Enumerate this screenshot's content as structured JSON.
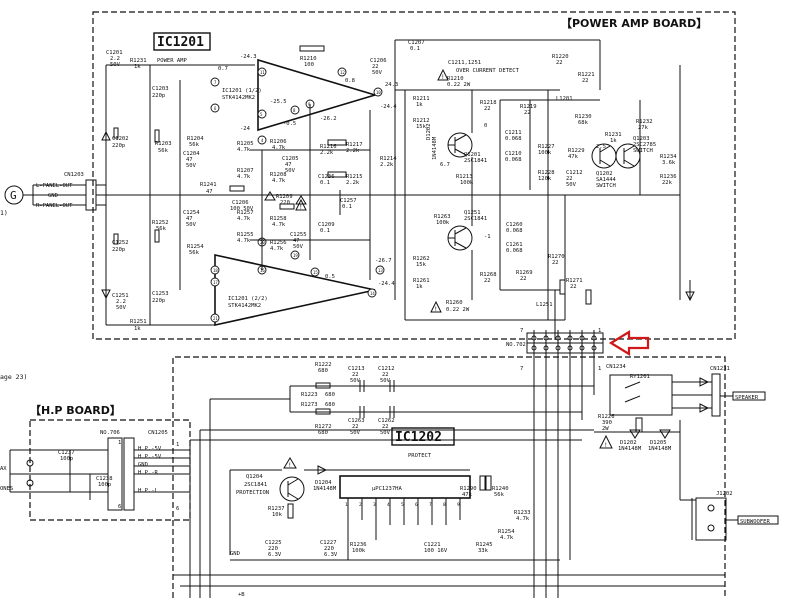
{
  "boards": {
    "power_amp": "【POWER AMP BOARD】",
    "hp": "【H.P BOARD】"
  },
  "ics": {
    "ic1201": "IC1201",
    "ic1202": "IC1202",
    "ic1202_sub": "PROTECT",
    "ic1201_top": "IC1201 (1/2)",
    "ic1201_top_part": "STK4142MK2",
    "ic1201_bot": "IC1201 (2/2)",
    "ic1201_bot_part": "STK4142MK2",
    "ic1202_part": "μPC1237HA"
  },
  "connectors": {
    "cn1203": "CN1203",
    "cn1203_pins": [
      "L-PANEL-OUT",
      "GND",
      "R-PANEL-OUT"
    ],
    "g_label": "G",
    "no702": "NO.702",
    "cn1234": "CN1234",
    "cn1231": "CN1231",
    "speaker": "SPEAKER",
    "j1202": "J1202",
    "subwoofer": "SUBWOOFER",
    "no706": "NO.706",
    "cn1205": "CN1205",
    "cn1205_pins": [
      "H.P.-5V",
      "H.P.-5V",
      "GND",
      "H.P.-R",
      "H.P.-L"
    ],
    "page_ref": "age 23)",
    "ones": "ONES",
    "ax": "AX",
    "gnd": "GND",
    "plus_b": "+B"
  },
  "power_section": {
    "r1231": "R1231",
    "r1231_val": "1k",
    "c1201": "C1201",
    "c1201_val": "2.2",
    "c1201_v": "50V",
    "power_amp": "POWER AMP",
    "c1203": "C1203",
    "c1203_val": "220p",
    "c1202": "C1202",
    "c1202_val": "220p",
    "r1203": "R1203",
    "r1203_val": "56k",
    "r1204": "R1204",
    "r1204_val": "56k",
    "c1204": "C1204",
    "c1204_val": "47",
    "c1204_v": "50V",
    "r1241": "R1241",
    "r1241_val": "47",
    "c1206": "C1206",
    "c1206_val": "100 50V",
    "r1252": "R1252",
    "r1252_val": "56k",
    "c1252": "C1252",
    "c1252_val": "220p",
    "c1254": "C1254",
    "c1254_val": "47",
    "c1254_v": "50V",
    "r1254": "R1254",
    "r1254_val": "56k",
    "c1253": "C1253",
    "c1253_val": "220p",
    "c1251": "C1251",
    "c1251_val": "2.2",
    "c1251_v": "50V",
    "r1251": "R1251",
    "r1251_val": "1k",
    "r1205": "R1205",
    "r1205_val": "4.7k",
    "r1206": "R1206",
    "r1206_val": "4.7k",
    "c1205": "C1205",
    "c1205_val": "47",
    "c1205_v": "50V",
    "r1207": "R1207",
    "r1207_val": "4.7k",
    "r1208": "R1208",
    "r1208_val": "4.7k",
    "r1257": "R1257",
    "r1257_val": "4.7k",
    "r1255": "R1255",
    "r1255_val": "4.7k",
    "r1256": "R1256",
    "r1256_val": "4.7k",
    "r1258": "R1258",
    "r1258_val": "4.7k",
    "c1255": "C1255",
    "c1255_val": "47",
    "c1255_v": "50V",
    "c1209": "C1209",
    "c1209_val": "0.1",
    "r1209": "R1209",
    "r1209_val": "220",
    "r1210": "R1210",
    "r1210_val": "100",
    "r1217": "R1217",
    "r1217_val": "2.2k",
    "r1215": "R1215",
    "r1215_val": "2.2k",
    "r1216": "R1216",
    "r1216_val": "2.2k",
    "r1214": "R1214",
    "r1214_val": "2.2k",
    "c1236": "C1236",
    "c1236_val": "0.1",
    "c1257": "C1257",
    "c1257_val": "0.1",
    "c1206_top": "C1206",
    "c1206_top_val": "22",
    "c1206_top_v": "50V",
    "c1207": "C1207",
    "c1207_val": "0.1",
    "r1210b": "R1210",
    "r1210b_val": "0.22 2W",
    "r1211": "R1211",
    "r1211_val": "1k",
    "r1212": "R1212",
    "r1212_val": "15k",
    "d1202": "D1202",
    "d1202_val": "1N4148M",
    "c1211_label": "C1211,1251",
    "over_current": "OVER CURRENT DETECT",
    "r1218": "R1218",
    "r1218_val": "22",
    "r1219": "R1219",
    "r1219_val": "22",
    "c1211": "C1211",
    "c1211_val": "0.068",
    "c1210": "C1210",
    "c1210_val": "0.068",
    "q1201": "Q1201",
    "q1201_part": "2SC1841",
    "r1213": "R1213",
    "r1213_val": "100k",
    "r1220": "R1220",
    "r1220_val": "22",
    "r1221": "R1221",
    "r1221_val": "22",
    "l1201": "L1201",
    "r1230": "R1230",
    "r1230_val": "68k",
    "r1231b": "R1231",
    "r1231b_val": "1k",
    "r1232": "R1232",
    "r1232_val": "27k",
    "q1203": "Q1203",
    "q1203_part": "2SC2785",
    "q1203_role": "SWITCH",
    "q1202": "Q1202",
    "q1202_part": "SA1444",
    "q1202_role": "SWITCH",
    "r1227": "R1227",
    "r1227_val": "100k",
    "r1229": "R1229",
    "r1229_val": "47k",
    "r1228": "R1228",
    "r1228_val": "120k",
    "c1212": "C1212",
    "c1212_val": "22",
    "c1212_v": "50V",
    "r1234": "R1234",
    "r1234_val": "3.6k",
    "r1236": "R1236",
    "r1236_val": "22k",
    "r1263": "R1263",
    "r1263_val": "100k",
    "q1251": "Q1251",
    "q1251_part": "2SC1841",
    "c1260": "C1260",
    "c1260_val": "0.068",
    "c1261": "C1261",
    "c1261_val": "0.068",
    "r1262": "R1262",
    "r1262_val": "15k",
    "r1261": "R1261",
    "r1261_val": "1k",
    "r1268": "R1268",
    "r1268_val": "22",
    "r1269": "R1269",
    "r1269_val": "22",
    "r1270": "R1270",
    "r1270_val": "22",
    "r1271": "R1271",
    "r1271_val": "22",
    "r1260": "R1260",
    "r1260_val": "0.22 2W",
    "l1251": "L1251",
    "volt_n243": "-24.3",
    "volt_07a": "0.7",
    "volt_08": "0.8",
    "volt_n255": "-25.5",
    "volt_243": "24.3",
    "volt_n244": "-24.4",
    "volt_n262": "-26.2",
    "volt_n24": "-24",
    "volt_05": "0.5",
    "volt_n05": "-0.5",
    "volt_n267": "-26.7",
    "volt_n244b": "-24.4",
    "volt_0": "0",
    "volt_67": "6.7",
    "volt_n1": "-1",
    "volt_25": "2.5"
  },
  "protect_section": {
    "r1222": "R1222",
    "r1222_val": "680",
    "r1223": "R1223",
    "r1223_val": "680",
    "r1273": "R1273",
    "r1273_val": "680",
    "r1272": "R1272",
    "r1272_val": "680",
    "c1213": "C1213",
    "c1213_val": "22",
    "c1213_v": "50V",
    "c1212": "C1212",
    "c1212_val": "22",
    "c1212_v": "50V",
    "c1263": "C1263",
    "c1263_val": "22",
    "c1263_v": "50V",
    "c1262": "C1262",
    "c1262_val": "22",
    "c1262_v": "50V",
    "ry1201": "RY1201",
    "r1226": "R1226",
    "r1226_val": "390",
    "r1226_w": "2W",
    "d1202": "D1202",
    "d1202_part": "1N4148M",
    "d1205": "D1205",
    "d1205_part": "1N4148M",
    "q1204": "Q1204",
    "q1204_part": "2SC1841",
    "q1204_role": "PROTECTION",
    "d1204": "D1204",
    "d1204_part": "1N4148M",
    "r1237": "R1237",
    "r1237_val": "10k",
    "r1290": "R1290",
    "r1290_val": "47k",
    "r1240": "R1240",
    "r1240_val": "56k",
    "r1233": "R1233",
    "r1233_val": "4.7k",
    "r1254": "R1254",
    "r1254_val": "4.7k",
    "r1245": "R1245",
    "r1245_val": "33k",
    "c1225": "C1225",
    "c1225_val": "220",
    "c1225_v": "6.3V",
    "c1227": "C1227",
    "c1227_val": "220",
    "c1227_v": "6.3V",
    "r1236": "R1236",
    "r1236_val": "100k",
    "c1221": "C1221",
    "c1221_val": "100 16V",
    "pin_nums": [
      "1",
      "2",
      "3",
      "4",
      "5",
      "6",
      "7",
      "8",
      "9"
    ]
  },
  "hp_section": {
    "c1237": "C1237",
    "c1237_val": "100p",
    "c1238": "C1238",
    "c1238_val": "100p",
    "pin_nums": [
      "1",
      "6"
    ]
  },
  "connector_pins": {
    "left": "7",
    "right": "1"
  }
}
